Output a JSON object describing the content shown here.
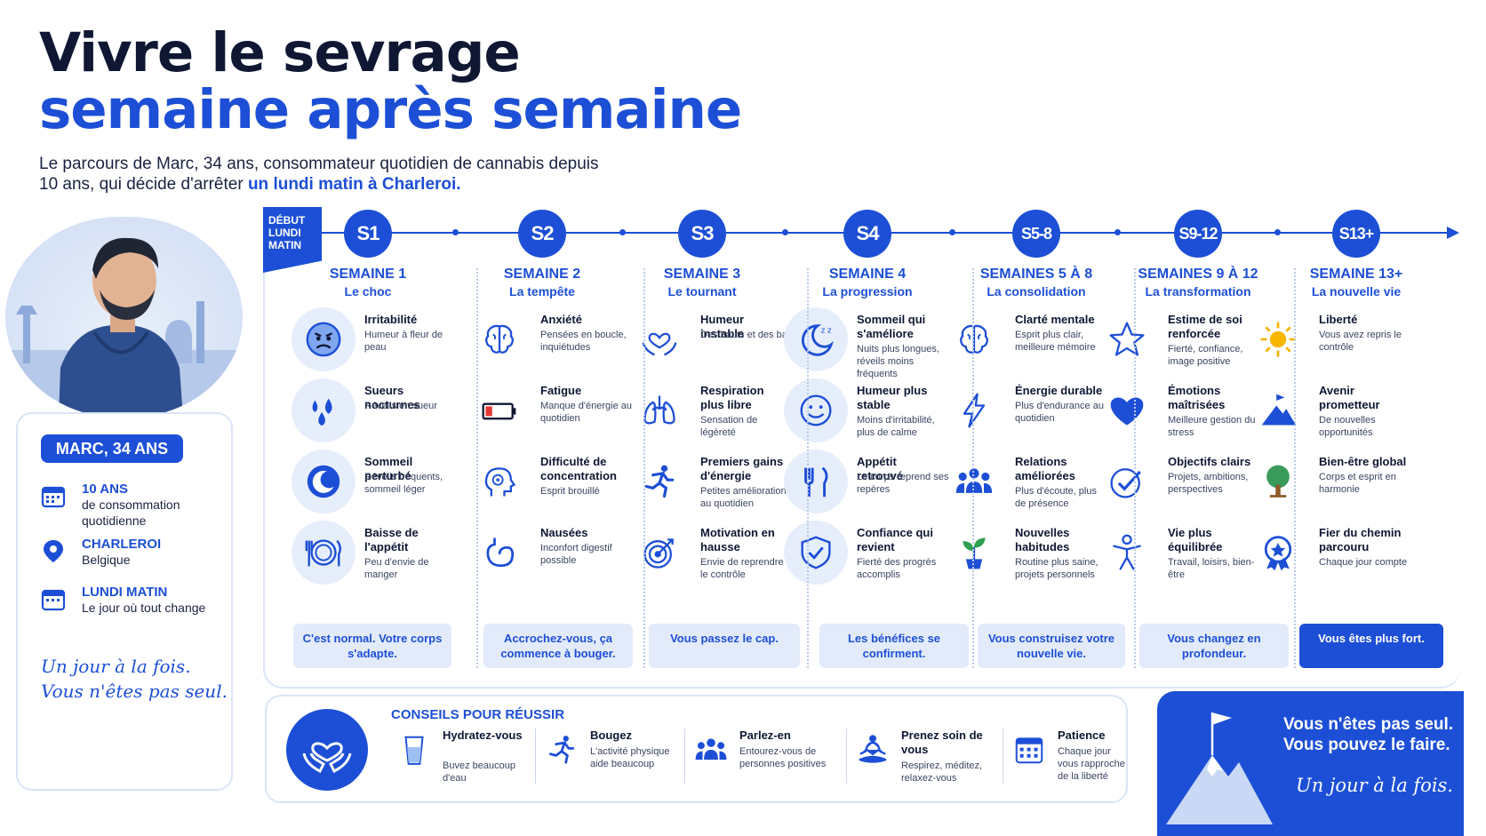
{
  "header": {
    "title_line1": "Vivre le sevrage",
    "title_line2": "semaine après semaine",
    "subtitle_plain": "Le parcours de Marc, 34 ans, consommateur quotidien de cannabis depuis 10 ans, qui décide d'arrêter ",
    "subtitle_highlight": "un lundi matin à Charleroi."
  },
  "profile": {
    "badge": "MARC, 34 ANS",
    "info": [
      {
        "title": "10 ANS",
        "desc": "de consommation quotidienne",
        "icon": "calendar-icon"
      },
      {
        "title": "CHARLEROI",
        "desc": "Belgique",
        "icon": "location-pin-icon"
      },
      {
        "title": "LUNDI MATIN",
        "desc": "Le jour où tout change",
        "icon": "calendar-icon"
      }
    ],
    "script_line1": "Un jour à la fois.",
    "script_line2": "Vous n'êtes pas seul."
  },
  "timeline": {
    "start_flag": [
      "DÉBUT",
      "LUNDI",
      "MATIN"
    ],
    "columns": [
      {
        "node": "S1",
        "title": "SEMAINE 1",
        "subtitle": "Le choc",
        "items": [
          {
            "icon": "angry-face-icon",
            "title": "Irritabilité",
            "desc": "Humeur à fleur de peau"
          },
          {
            "icon": "water-drops-icon",
            "title": "Sueurs nocturnes",
            "desc": "Réveils en sueur"
          },
          {
            "icon": "moon-icon",
            "title": "Sommeil perturbé",
            "desc": "Réveils fréquents, sommeil léger"
          },
          {
            "icon": "plate-cutlery-icon",
            "title": "Baisse de l'appétit",
            "desc": "Peu d'envie de manger"
          }
        ],
        "message": "C'est normal. Votre corps s'adapte."
      },
      {
        "node": "S2",
        "title": "SEMAINE 2",
        "subtitle": "La tempête",
        "items": [
          {
            "icon": "brain-icon",
            "title": "Anxiété",
            "desc": "Pensées en boucle, inquiétudes"
          },
          {
            "icon": "low-battery-icon",
            "title": "Fatigue",
            "desc": "Manque d'énergie au quotidien"
          },
          {
            "icon": "head-focus-icon",
            "title": "Difficulté de concentration",
            "desc": "Esprit brouillé"
          },
          {
            "icon": "stomach-icon",
            "title": "Nausées",
            "desc": "Inconfort digestif possible"
          }
        ],
        "message": "Accrochez-vous, ça commence à bouger."
      },
      {
        "node": "S3",
        "title": "SEMAINE 3",
        "subtitle": "Le tournant",
        "items": [
          {
            "icon": "heart-hands-icon",
            "title": "Humeur instable",
            "desc": "Des hauts et des bas"
          },
          {
            "icon": "lungs-icon",
            "title": "Respiration plus libre",
            "desc": "Sensation de légèreté"
          },
          {
            "icon": "runner-icon",
            "title": "Premiers gains d'énergie",
            "desc": "Petites améliorations au quotidien"
          },
          {
            "icon": "target-icon",
            "title": "Motivation en hausse",
            "desc": "Envie de reprendre le contrôle"
          }
        ],
        "message": "Vous passez le cap."
      },
      {
        "node": "S4",
        "title": "SEMAINE 4",
        "subtitle": "La progression",
        "items": [
          {
            "icon": "sleep-moon-icon",
            "title": "Sommeil qui s'améliore",
            "desc": "Nuits plus longues, réveils moins fréquents"
          },
          {
            "icon": "smile-icon",
            "title": "Humeur plus stable",
            "desc": "Moins d'irritabilité, plus de calme"
          },
          {
            "icon": "cutlery-icon",
            "title": "Appétit retrouvé",
            "desc": "Le corps reprend ses repères"
          },
          {
            "icon": "shield-check-icon",
            "title": "Confiance qui revient",
            "desc": "Fierté des progrès accomplis"
          }
        ],
        "message": "Les bénéfices se confirment."
      },
      {
        "node": "S5-8",
        "title": "SEMAINES 5 À 8",
        "subtitle": "La consolidation",
        "items": [
          {
            "icon": "brain-icon",
            "title": "Clarté mentale",
            "desc": "Esprit plus clair, meilleure mémoire"
          },
          {
            "icon": "lightning-icon",
            "title": "Énergie durable",
            "desc": "Plus d'endurance au quotidien"
          },
          {
            "icon": "people-icon",
            "title": "Relations améliorées",
            "desc": "Plus d'écoute, plus de présence"
          },
          {
            "icon": "plant-icon",
            "title": "Nouvelles habitudes",
            "desc": "Routine plus saine, projets personnels"
          }
        ],
        "message": "Vous construisez votre nouvelle vie."
      },
      {
        "node": "S9-12",
        "title": "SEMAINES 9 À 12",
        "subtitle": "La transformation",
        "items": [
          {
            "icon": "star-icon",
            "title": "Estime de soi renforcée",
            "desc": "Fierté, confiance, image positive"
          },
          {
            "icon": "heart-icon",
            "title": "Émotions maîtrisées",
            "desc": "Meilleure gestion du stress"
          },
          {
            "icon": "check-circle-icon",
            "title": "Objectifs clairs",
            "desc": "Projets, ambitions, perspectives"
          },
          {
            "icon": "person-balance-icon",
            "title": "Vie plus équilibrée",
            "desc": "Travail, loisirs, bien-être"
          }
        ],
        "message": "Vous changez en profondeur."
      },
      {
        "node": "S13+",
        "title": "SEMAINE 13+",
        "subtitle": "La nouvelle vie",
        "items": [
          {
            "icon": "sun-icon",
            "title": "Liberté",
            "desc": "Vous avez repris le contrôle"
          },
          {
            "icon": "mountain-flag-icon",
            "title": "Avenir prometteur",
            "desc": "De nouvelles opportunités"
          },
          {
            "icon": "tree-icon",
            "title": "Bien-être global",
            "desc": "Corps et esprit en harmonie"
          },
          {
            "icon": "medal-icon",
            "title": "Fier du chemin parcouru",
            "desc": "Chaque jour compte"
          }
        ],
        "message": "Vous êtes plus fort."
      }
    ]
  },
  "tips": {
    "heading": "CONSEILS POUR RÉUSSIR",
    "items": [
      {
        "icon": "water-glass-icon",
        "title": "Hydratez-vous",
        "desc": "Buvez beaucoup d'eau"
      },
      {
        "icon": "runner-icon",
        "title": "Bougez",
        "desc": "L'activité physique aide beaucoup"
      },
      {
        "icon": "people-icon",
        "title": "Parlez-en",
        "desc": "Entourez-vous de personnes positives"
      },
      {
        "icon": "meditation-icon",
        "title": "Prenez soin de vous",
        "desc": "Respirez, méditez, relaxez-vous"
      },
      {
        "icon": "calendar-icon",
        "title": "Patience",
        "desc": "Chaque jour vous rapproche de la liberté"
      }
    ]
  },
  "cta": {
    "line1": "Vous n'êtes pas seul.",
    "line2": "Vous pouvez le faire.",
    "script": "Un jour à la fois."
  },
  "colors": {
    "primary": "#1d4fd6",
    "dark": "#0f1733",
    "light": "#e3ebfa"
  }
}
